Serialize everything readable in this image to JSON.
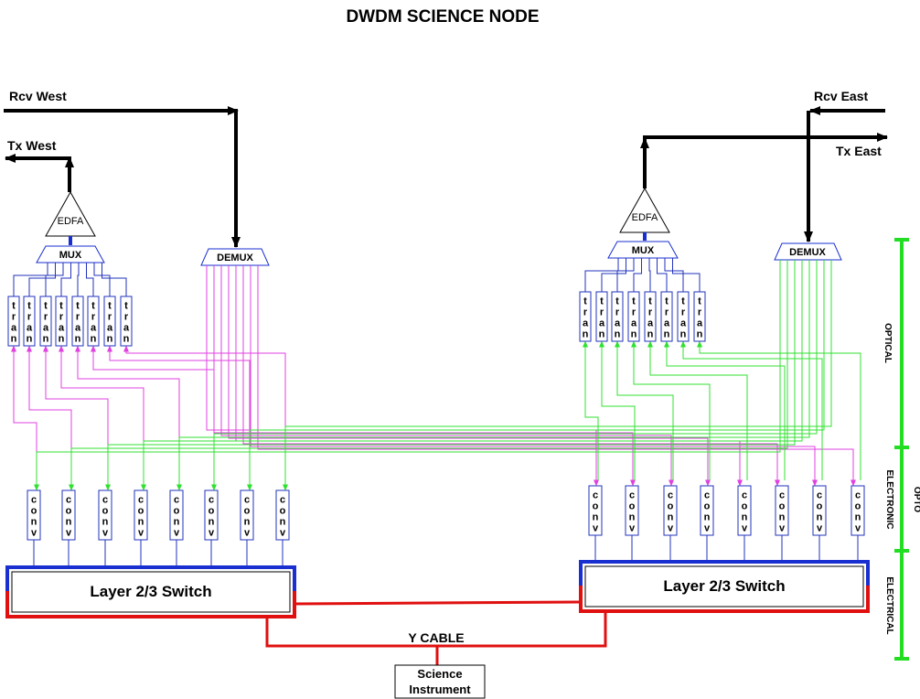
{
  "title": "DWDM SCIENCE NODE",
  "ports": {
    "rcv_west": "Rcv West",
    "tx_west": "Tx West",
    "rcv_east": "Rcv East",
    "tx_east": "Tx East"
  },
  "west": {
    "edfa": "EDFA",
    "mux": "MUX",
    "demux": "DEMUX",
    "switch": "Layer 2/3 Switch"
  },
  "east": {
    "edfa": "EDFA",
    "mux": "MUX",
    "demux": "DEMUX",
    "switch": "Layer 2/3 Switch"
  },
  "tran_letters": [
    "t",
    "r",
    "a",
    "n"
  ],
  "conv_letters": [
    "c",
    "o",
    "n",
    "v"
  ],
  "y_cable": "Y CABLE",
  "instrument": [
    "Science",
    "Instrument"
  ],
  "layers": {
    "optical": "OPTICAL",
    "opto_electronic": [
      "OPTO",
      "ELECTRONIC"
    ],
    "electrical": "ELECTRICAL"
  },
  "colors": {
    "mux_side": "#e040e0",
    "demux_side": "#30e030",
    "switch_top": "#1a2fd0",
    "switch_bottom": "#e01010",
    "lines": "#2233bb",
    "layer_bar": "#22dd22"
  }
}
